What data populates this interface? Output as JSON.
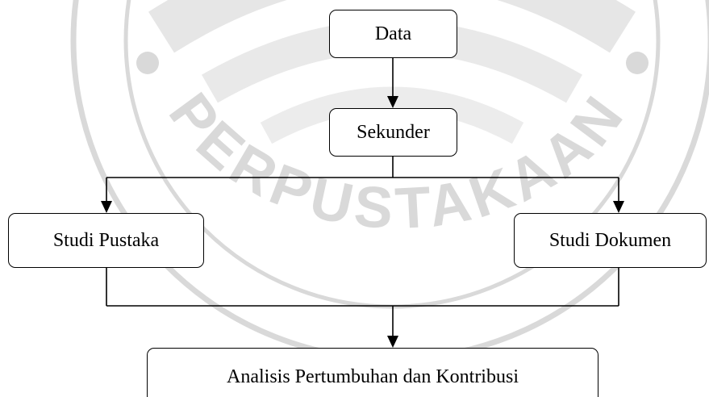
{
  "diagram": {
    "nodes": {
      "data": "Data",
      "sekunder": "Sekunder",
      "studi_pustaka": "Studi Pustaka",
      "studi_dokumen": "Studi Dokumen",
      "analisis": "Analisis Pertumbuhan dan Kontribusi"
    }
  },
  "watermark": {
    "text": "PERPUSTAKAAN",
    "color": "#d9d9d9"
  },
  "colors": {
    "line": "#000000",
    "box_border": "#000000",
    "background": "#ffffff"
  }
}
